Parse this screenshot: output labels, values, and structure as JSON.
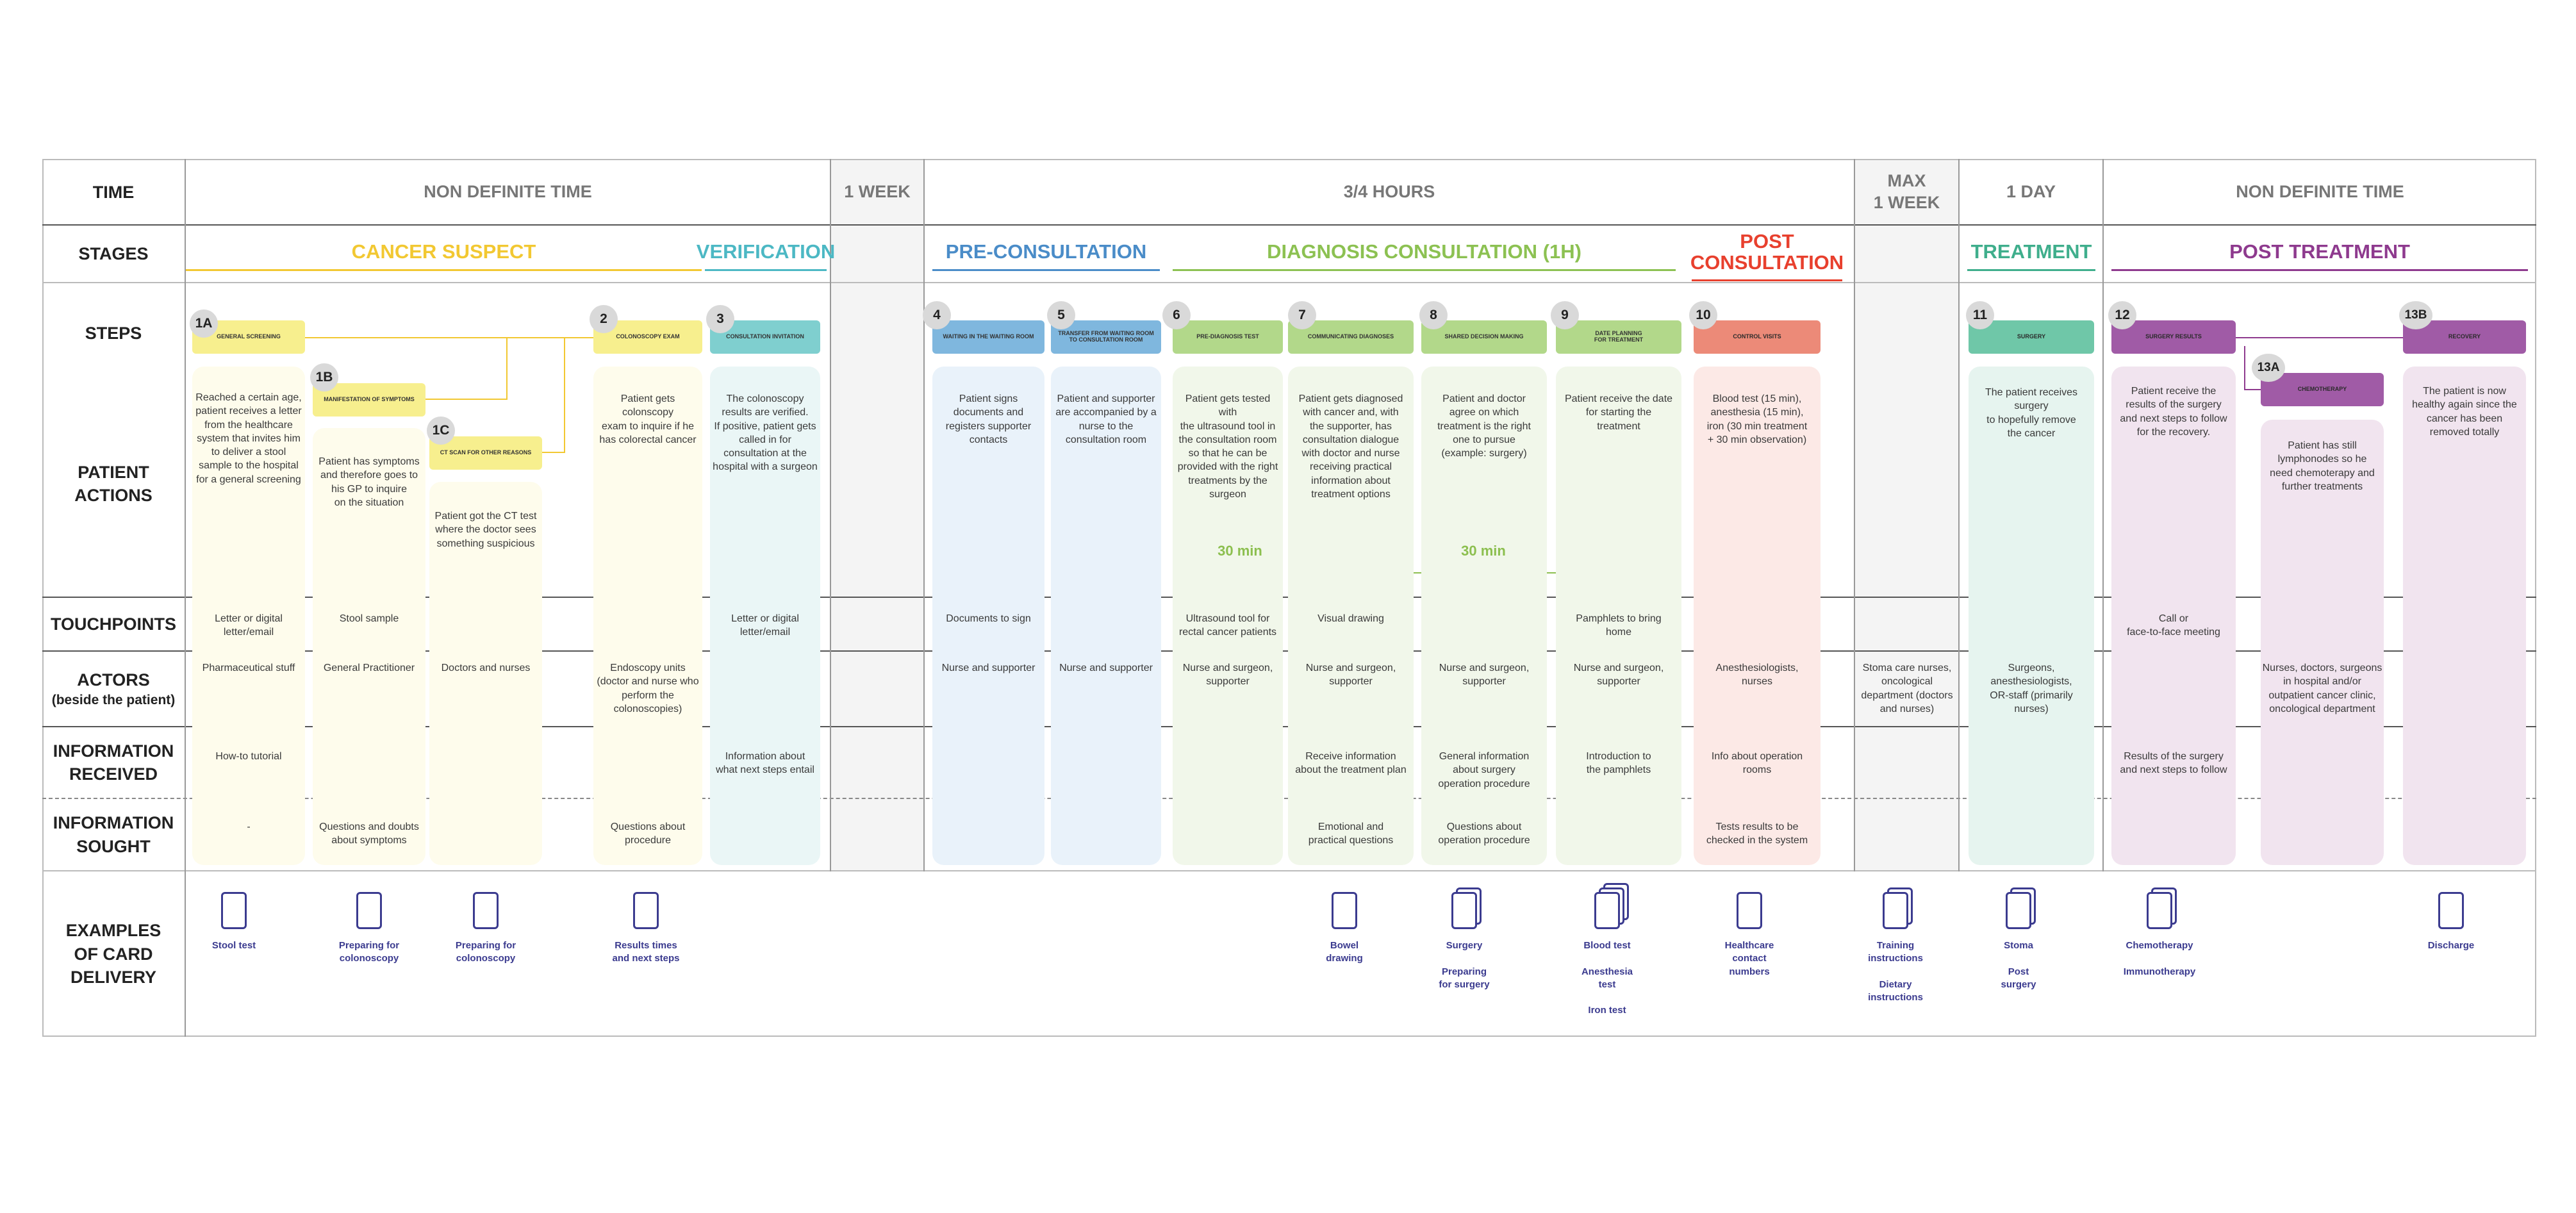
{
  "row_labels": {
    "time": "TIME",
    "stages": "STAGES",
    "steps": "STEPS",
    "patient_actions": "PATIENT\nACTIONS",
    "touchpoints": "TOUCHPOINTS",
    "actors": "ACTORS",
    "actors_sub": "(beside the patient)",
    "info_received": "INFORMATION\nRECEIVED",
    "info_sought": "INFORMATION\nSOUGHT",
    "card_delivery": "EXAMPLES\nOF CARD\nDELIVERY"
  },
  "time": [
    "NON DEFINITE TIME",
    "1 WEEK",
    "3/4 HOURS",
    "MAX\n1 WEEK",
    "1 DAY",
    "NON DEFINITE TIME"
  ],
  "stages": [
    {
      "label": "CANCER SUSPECT",
      "color": "#f2c832"
    },
    {
      "label": "VERIFICATION",
      "color": "#4cb8c4"
    },
    {
      "label": "PRE-CONSULTATION",
      "color": "#4a8cc8"
    },
    {
      "label": "DIAGNOSIS CONSULTATION (1H)",
      "color": "#8cc152"
    },
    {
      "label": "POST\nCONSULTATION",
      "color": "#e8402e"
    },
    {
      "label": "TREATMENT",
      "color": "#3fae8c"
    },
    {
      "label": "POST TREATMENT",
      "color": "#8e3a8e"
    }
  ],
  "steps": [
    {
      "num": "1A",
      "title": "GENERAL SCREENING",
      "action": "Reached a certain age,\npatient receives a letter\nfrom the healthcare\nsystem that invites him\nto deliver a stool\nsample to the hospital\nfor a general screening",
      "touchpoint": "Letter or digital\nletter/email",
      "actor": "Pharmaceutical stuff",
      "received": "How-to tutorial",
      "sought": "-"
    },
    {
      "num": "1B",
      "title": "MANIFESTATION OF SYMPTOMS",
      "action": "Patient has symptoms\nand therefore goes to\nhis GP to inquire\non the situation",
      "touchpoint": "Stool sample",
      "actor": "General Practitioner",
      "received": "",
      "sought": "Questions and doubts\nabout symptoms"
    },
    {
      "num": "1C",
      "title": "CT SCAN FOR OTHER REASONS",
      "action": "Patient got the CT test\nwhere the doctor sees\nsomething suspicious",
      "touchpoint": "",
      "actor": "Doctors and nurses",
      "received": "",
      "sought": ""
    },
    {
      "num": "2",
      "title": "COLONOSCOPY EXAM",
      "action": "Patient gets colonscopy\nexam to inquire if he\nhas colorectal cancer",
      "touchpoint": "",
      "actor": "Endoscopy units\n(doctor and nurse who\nperform the\ncolonoscopies)",
      "received": "",
      "sought": "Questions about\nprocedure"
    },
    {
      "num": "3",
      "title": "CONSULTATION INVITATION",
      "action": "The colonoscopy\nresults are verified.\nIf positive, patient gets\ncalled in for\nconsultation at the\nhospital with a surgeon",
      "touchpoint": "Letter or digital\nletter/email",
      "actor": "",
      "received": "Information about\nwhat next steps entail",
      "sought": ""
    },
    {
      "num": "4",
      "title": "WAITING IN THE WAITING ROOM",
      "action": "Patient signs\ndocuments and\nregisters supporter\ncontacts",
      "touchpoint": "Documents to sign",
      "actor": "Nurse and supporter",
      "received": "",
      "sought": ""
    },
    {
      "num": "5",
      "title": "TRANSFER FROM WAITING ROOM\nTO CONSULTATION ROOM",
      "action": "Patient and supporter\nare accompanied by a\nnurse to the\nconsultation room",
      "touchpoint": "",
      "actor": "Nurse and supporter",
      "received": "",
      "sought": ""
    },
    {
      "num": "6",
      "title": "PRE-DIAGNOSIS TEST",
      "action": "Patient gets tested with\nthe ultrasound tool in\nthe consultation room\nso that he can be\nprovided with the right\ntreatments by the\nsurgeon",
      "touchpoint": "Ultrasound tool for\nrectal cancer patients",
      "actor": "Nurse and surgeon,\nsupporter",
      "received": "",
      "sought": ""
    },
    {
      "num": "7",
      "title": "COMMUNICATING DIAGNOSES",
      "action": "Patient gets diagnosed\nwith cancer and, with\nthe supporter, has\nconsultation dialogue\nwith doctor and nurse\nreceiving practical\ninformation about\ntreatment options",
      "touchpoint": "Visual drawing",
      "actor": "Nurse and surgeon,\nsupporter",
      "received": "Receive information\nabout the treatment plan",
      "sought": "Emotional and\npractical questions"
    },
    {
      "num": "8",
      "title": "SHARED DECISION MAKING",
      "action": "Patient and doctor\nagree on which\ntreatment is the right\none to pursue\n(example: surgery)",
      "touchpoint": "",
      "actor": "Nurse and surgeon,\nsupporter",
      "received": "General information\nabout surgery\noperation procedure",
      "sought": "Questions about\noperation procedure"
    },
    {
      "num": "9",
      "title": "DATE PLANNING\nFOR TREATMENT",
      "action": "Patient receive the date\nfor starting the\ntreatment",
      "touchpoint": "Pamphlets to bring\nhome",
      "actor": "Nurse and surgeon,\nsupporter",
      "received": "Introduction to\nthe pamphlets",
      "sought": ""
    },
    {
      "num": "10",
      "title": "CONTROL VISITS",
      "action": "Blood test (15 min),\nanesthesia (15 min),\niron (30 min treatment\n+ 30 min observation)",
      "touchpoint": "",
      "actor": "Anesthesiologists,\nnurses",
      "received": "Info about operation\nrooms",
      "sought": "Tests results to be\nchecked in the system"
    },
    {
      "num": "11",
      "title": "SURGERY",
      "action": "The patient receives\nsurgery\nto hopefully remove\nthe cancer",
      "touchpoint": "",
      "actor": "Surgeons,\nanesthesiologists,\nOR-staff (primarily\nnurses)",
      "received": "",
      "sought": ""
    },
    {
      "num": "12",
      "title": "SURGERY RESULTS",
      "action": "Patient receive the\nresults of the surgery\nand next steps to follow\nfor the recovery.",
      "touchpoint": "Call or\nface-to-face meeting",
      "actor": "",
      "received": "Results of the surgery\nand next steps to follow",
      "sought": ""
    },
    {
      "num": "13A",
      "title": "CHEMOTHERAPY",
      "action": "Patient has still\nlymphonodes so he\nneed chemoterapy and\nfurther treatments",
      "touchpoint": "",
      "actor": "Nurses, doctors, surgeons\nin hospital and/or\noutpatient cancer clinic,\noncological department",
      "received": "",
      "sought": ""
    },
    {
      "num": "13B",
      "title": "RECOVERY",
      "action": "The patient is now\nhealthy again since the\ncancer has been\nremoved totally",
      "touchpoint": "",
      "actor": "",
      "received": "",
      "sought": ""
    }
  ],
  "week_actor": "Stoma care nurses,\noncological\ndepartment (doctors\nand nurses)",
  "durations": [
    "30 min",
    "30 min"
  ],
  "cards": [
    "Stool test",
    "Preparing for\ncolonoscopy",
    "Preparing for\ncolonoscopy",
    "Results times\nand next steps",
    "Bowel\ndrawing",
    "Surgery\n\nPreparing\nfor surgery",
    "Blood test\n\nAnesthesia\ntest\n\nIron test",
    "Healthcare\ncontact\nnumbers",
    "Training\ninstructions\n\nDietary\ninstructions",
    "Stoma\n\nPost\nsurgery",
    "Chemotherapy\n\nImmunotherapy",
    "Discharge"
  ],
  "colors": {
    "yellow": "#f7ef8e",
    "yellow_bg": "#fefcec",
    "teal": "#7fcfcf",
    "teal_bg": "#eaf6f6",
    "blue": "#7fb7de",
    "blue_bg": "#e9f2fa",
    "green": "#b2d88a",
    "green_bg": "#f1f7ea",
    "red": "#ec8a78",
    "red_bg": "#fce9e6",
    "mint": "#6fc7a8",
    "mint_bg": "#e6f4ef",
    "purple": "#a05ba6",
    "purple_bg": "#f1e4ef",
    "card": "#3b3b8f"
  }
}
